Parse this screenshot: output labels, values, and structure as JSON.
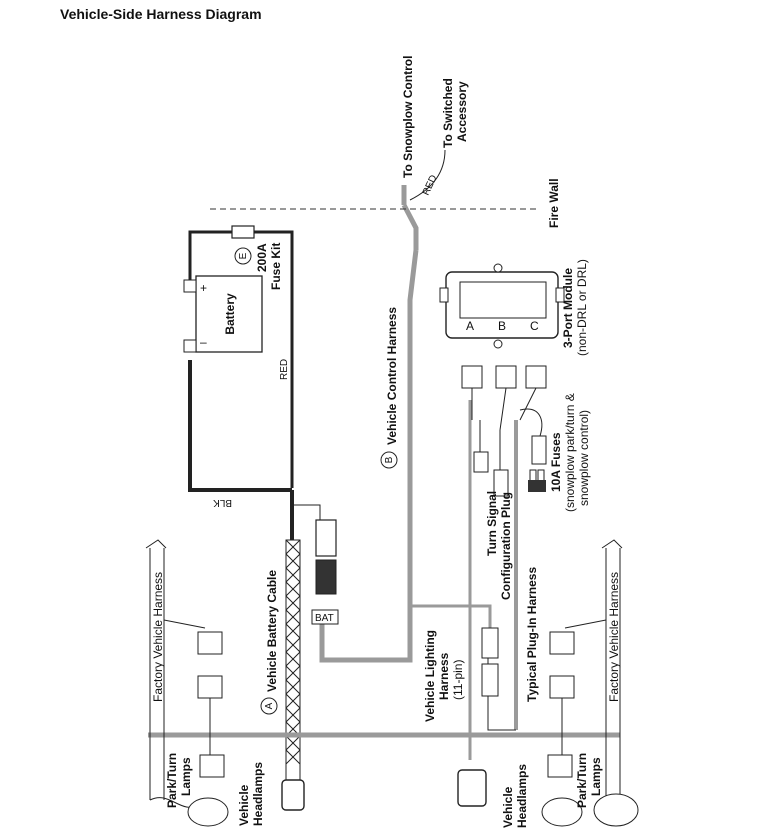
{
  "title": "Vehicle-Side Harness Diagram",
  "labels": {
    "to_snowplow_control": "To Snowplow Control",
    "to_switched_accessory_line1": "To Switched",
    "to_switched_accessory_line2": "Accessory",
    "red_top": "RED",
    "fire_wall": "Fire Wall",
    "fuse_kit_letter": "E",
    "fuse_kit_line1": "200A",
    "fuse_kit_line2": "Fuse Kit",
    "battery": "Battery",
    "plus": "+",
    "minus": "–",
    "red_wire": "RED",
    "blk_wire": "BLK",
    "vehicle_control_harness_letter": "B",
    "vehicle_control_harness": "Vehicle Control Harness",
    "module_ports": [
      "A",
      "B",
      "C"
    ],
    "module_line1": "3-Port Module",
    "module_line2": "(non-DRL or DRL)",
    "fuses_line1": "10A Fuses",
    "fuses_line2": "(snowplow park/turn &",
    "fuses_line3": "snowplow control)",
    "turn_signal_line1": "Turn Signal",
    "turn_signal_line2": "Configuration Plug",
    "battery_cable_letter": "A",
    "battery_cable": "Vehicle Battery Cable",
    "bat": "BAT",
    "lighting_line1": "Vehicle Lighting",
    "lighting_line2": "Harness",
    "lighting_line3": "(11-pin)",
    "plugin_harness": "Typical Plug-In Harness",
    "factory_left": "Factory Vehicle Harness",
    "factory_right": "Factory Vehicle Harness",
    "park_turn_left_1": "Park/Turn",
    "park_turn_left_2": "Lamps",
    "headlamps_left_1": "Vehicle",
    "headlamps_left_2": "Headlamps",
    "headlamps_right_1": "Vehicle",
    "headlamps_right_2": "Headlamps",
    "park_turn_right_1": "Park/Turn",
    "park_turn_right_2": "Lamps"
  }
}
